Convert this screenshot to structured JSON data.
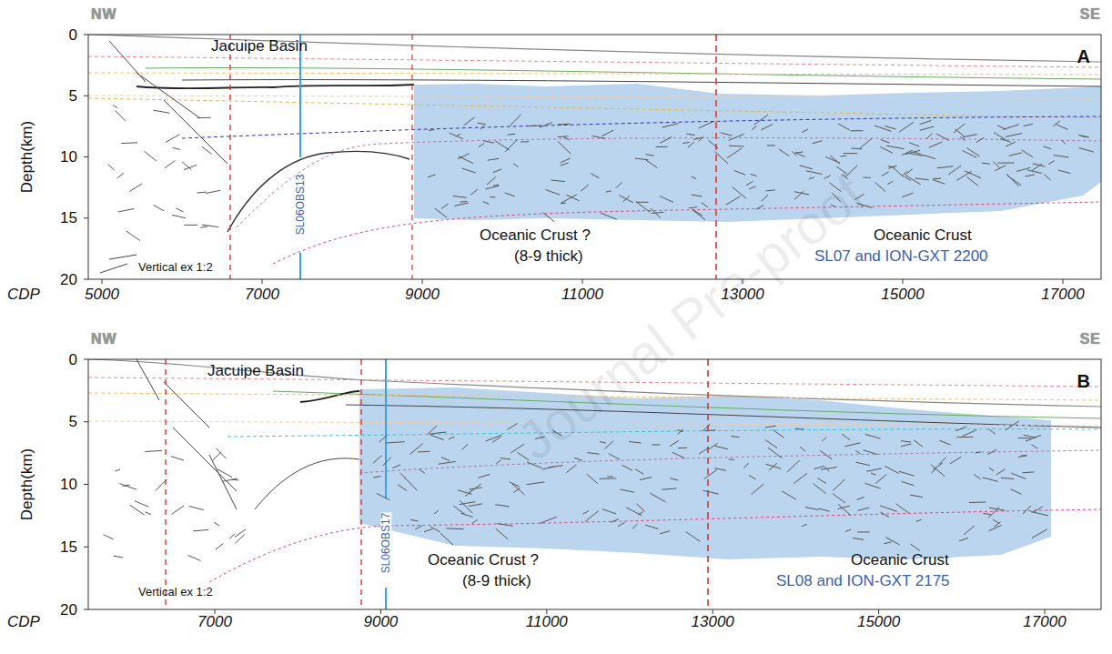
{
  "diagram": {
    "labels": [
      "NW",
      "SE",
      "A",
      "Depth(km)",
      "0",
      "5",
      "10",
      "15",
      "20",
      "Jacuipe Basin",
      "SL06OBS13",
      "Oceanic Crust ?",
      "(8-9 thick)",
      "Oceanic Crust",
      "SL07 and ION-GXT 2200",
      "Vertical ex 1:2",
      "CDP",
      "5000",
      "7000",
      "9000",
      "11000",
      "13000",
      "15000",
      "17000",
      "NW",
      "SE",
      "B",
      "Depth(km)",
      "0",
      "5",
      "10",
      "15",
      "20",
      "Jacuipe Basin",
      "SL06OBS17",
      "Oceanic Crust ?",
      "(8-9 thick)",
      "Oceanic Crust",
      "SL08 and ION-GXT 2175",
      "Vertical ex 1:2",
      "CDP",
      "7000",
      "9000",
      "11000",
      "13000",
      "15000",
      "17000",
      "Journal Pre-proof"
    ]
  }
}
